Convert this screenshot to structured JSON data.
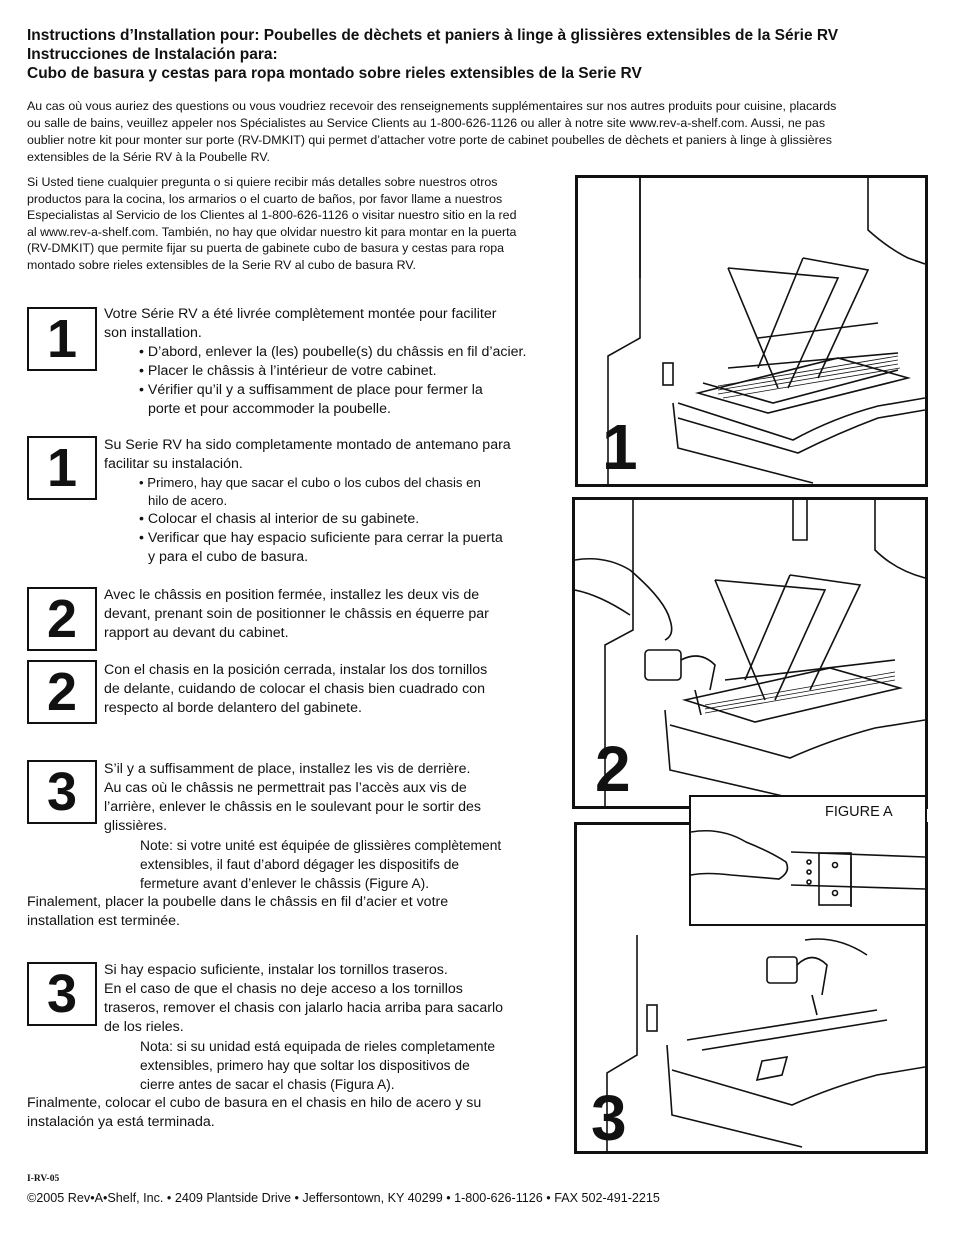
{
  "header": {
    "title_lines": [
      "Instructions d’Installation pour: Poubelles de dèchets et paniers à linge à glissières extensibles de la Série RV",
      "Instrucciones de Instalación para:",
      "Cubo de basura y cestas para ropa montado sobre rieles extensibles de la Serie RV"
    ]
  },
  "intro": {
    "fr_lines": [
      "Au cas où vous auriez des questions ou vous voudriez recevoir des renseignements supplémentaires sur nos autres produits pour cuisine, placards",
      "ou salle de bains, veuillez appeler nos Spécialistes au Service Clients au 1-800-626-1126 ou aller à notre site www.rev-a-shelf.com.  Aussi, ne pas",
      "oublier notre kit pour monter sur porte (RV-DMKIT) qui permet d’attacher votre porte de cabinet poubelles de dèchets et paniers à linge à glissières",
      "extensibles de la Série RV à la Poubelle RV."
    ],
    "es_lines": [
      "Si Usted tiene cualquier pregunta o si quiere recibir más detalles sobre nuestros otros",
      "productos para la cocina, los armarios o el cuarto de baños, por favor llame a nuestros",
      "Especialistas al Servicio de los Clientes al 1-800-626-1126 o visitar nuestro sitio en la red",
      "al www.rev-a-shelf.com.  También, no hay que olvidar nuestro kit para montar en la puerta",
      "(RV-DMKIT) que permite fijar su puerta de gabinete cubo de basura y cestas para ropa",
      "montado sobre rieles extensibles de la Serie RV al cubo de basura RV."
    ]
  },
  "steps": {
    "s1_fr": {
      "num": "1",
      "lines": [
        "Votre Série RV a été livrée complètement montée pour faciliter",
        "son installation."
      ],
      "bullets": [
        "D’abord, enlever la (les) poubelle(s) du châssis en fil d’acier.",
        "Placer le châssis à l’intérieur de votre cabinet.",
        "Vérifier qu’il y a suffisamment de place pour fermer la",
        "porte et pour accommoder la poubelle."
      ]
    },
    "s1_es": {
      "num": "1",
      "lines": [
        "Su Serie RV ha sido completamente montado de antemano para",
        "facilitar su instalación."
      ],
      "bullets": [
        "Primero, hay que sacar el cubo o los cubos del chasis en",
        "hilo de acero.",
        "Colocar el chasis al interior de su gabinete.",
        "Verificar que hay espacio suficiente para cerrar la puerta",
        "y para el cubo de basura."
      ]
    },
    "s2_fr": {
      "num": "2",
      "lines": [
        "Avec le châssis en position fermée, installez les deux vis de",
        "devant, prenant soin de positionner le châssis en équerre par",
        "rapport au devant du cabinet."
      ]
    },
    "s2_es": {
      "num": "2",
      "lines": [
        "Con el chasis en la posición cerrada, instalar los dos tornillos",
        "de delante, cuidando de colocar el chasis bien cuadrado con",
        "respecto al borde delantero del gabinete."
      ]
    },
    "s3_fr": {
      "num": "3",
      "lines": [
        "S’il y a suffisamment de place, installez les vis de derrière.",
        "Au cas où le châssis ne permettrait pas l’accès aux vis de",
        "l’arrière, enlever le châssis en le soulevant pour le sortir des",
        "glissières."
      ],
      "note": [
        "Note:  si votre unité est équipée de glissières complètement",
        "extensibles, il faut d’abord dégager les dispositifs de",
        "fermeture avant d’enlever le châssis (Figure A)."
      ],
      "final": [
        "Finalement, placer la poubelle dans le châssis en fil d’acier et votre",
        "installation est terminée."
      ]
    },
    "s3_es": {
      "num": "3",
      "lines": [
        "Si hay espacio suficiente, instalar los tornillos traseros.",
        "En el caso de que el chasis no deje acceso a los tornillos",
        "traseros, remover el chasis con jalarlo hacia arriba para sacarlo",
        "de los rieles."
      ],
      "note": [
        "Nota:  si su unidad está equipada de rieles completamente",
        "extensibles, primero hay que soltar los dispositivos de",
        "cierre antes de sacar el chasis (Figura A)."
      ],
      "final": [
        "Finalmente, colocar el cubo de basura en el chasis en hilo de acero y su",
        "instalación ya está terminada."
      ]
    }
  },
  "figures": {
    "fig1_label": "1",
    "fig2_label": "2",
    "fig3_label": "3",
    "figA_label": "FIGURE A"
  },
  "footer": {
    "code": "I-RV-05",
    "copyright": "©2005 Rev•A•Shelf, Inc. • 2409 Plantside Drive • Jeffersontown, KY  40299 • 1-800-626-1126  •  FAX 502-491-2215"
  }
}
